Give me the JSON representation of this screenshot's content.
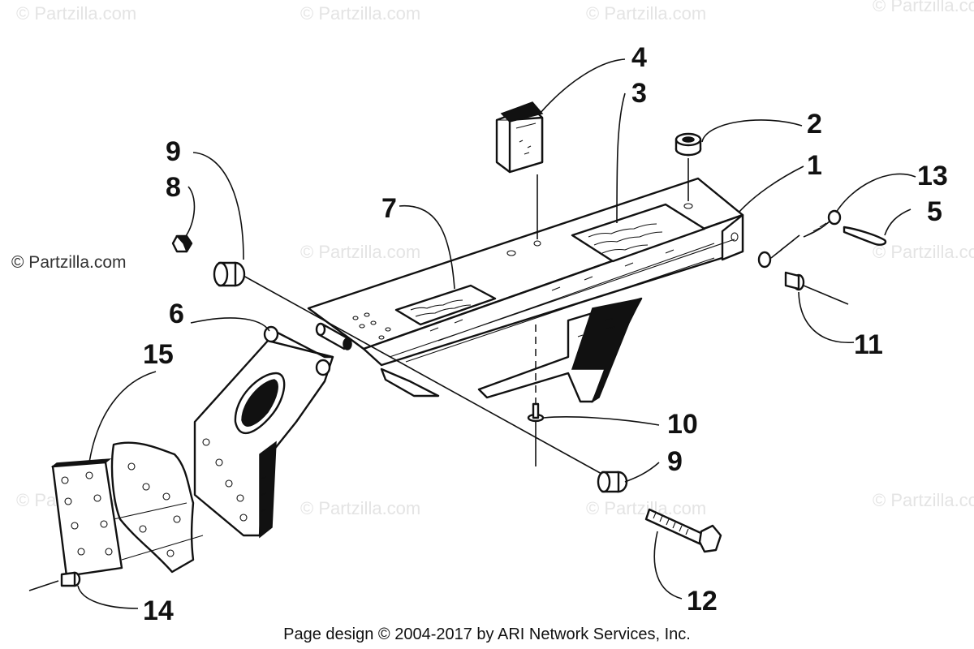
{
  "watermarks": {
    "text": "© Partzilla.com",
    "side_text": "© Partzilla.com"
  },
  "callouts": {
    "c1": "1",
    "c2": "2",
    "c3": "3",
    "c4": "4",
    "c5": "5",
    "c6": "6",
    "c7": "7",
    "c8": "8",
    "c9a": "9",
    "c9b": "9",
    "c10": "10",
    "c11": "11",
    "c12": "12",
    "c13": "13",
    "c14": "14",
    "c15": "15"
  },
  "footer": {
    "credit": "Page design © 2004-2017 by ARI Network Services, Inc."
  }
}
